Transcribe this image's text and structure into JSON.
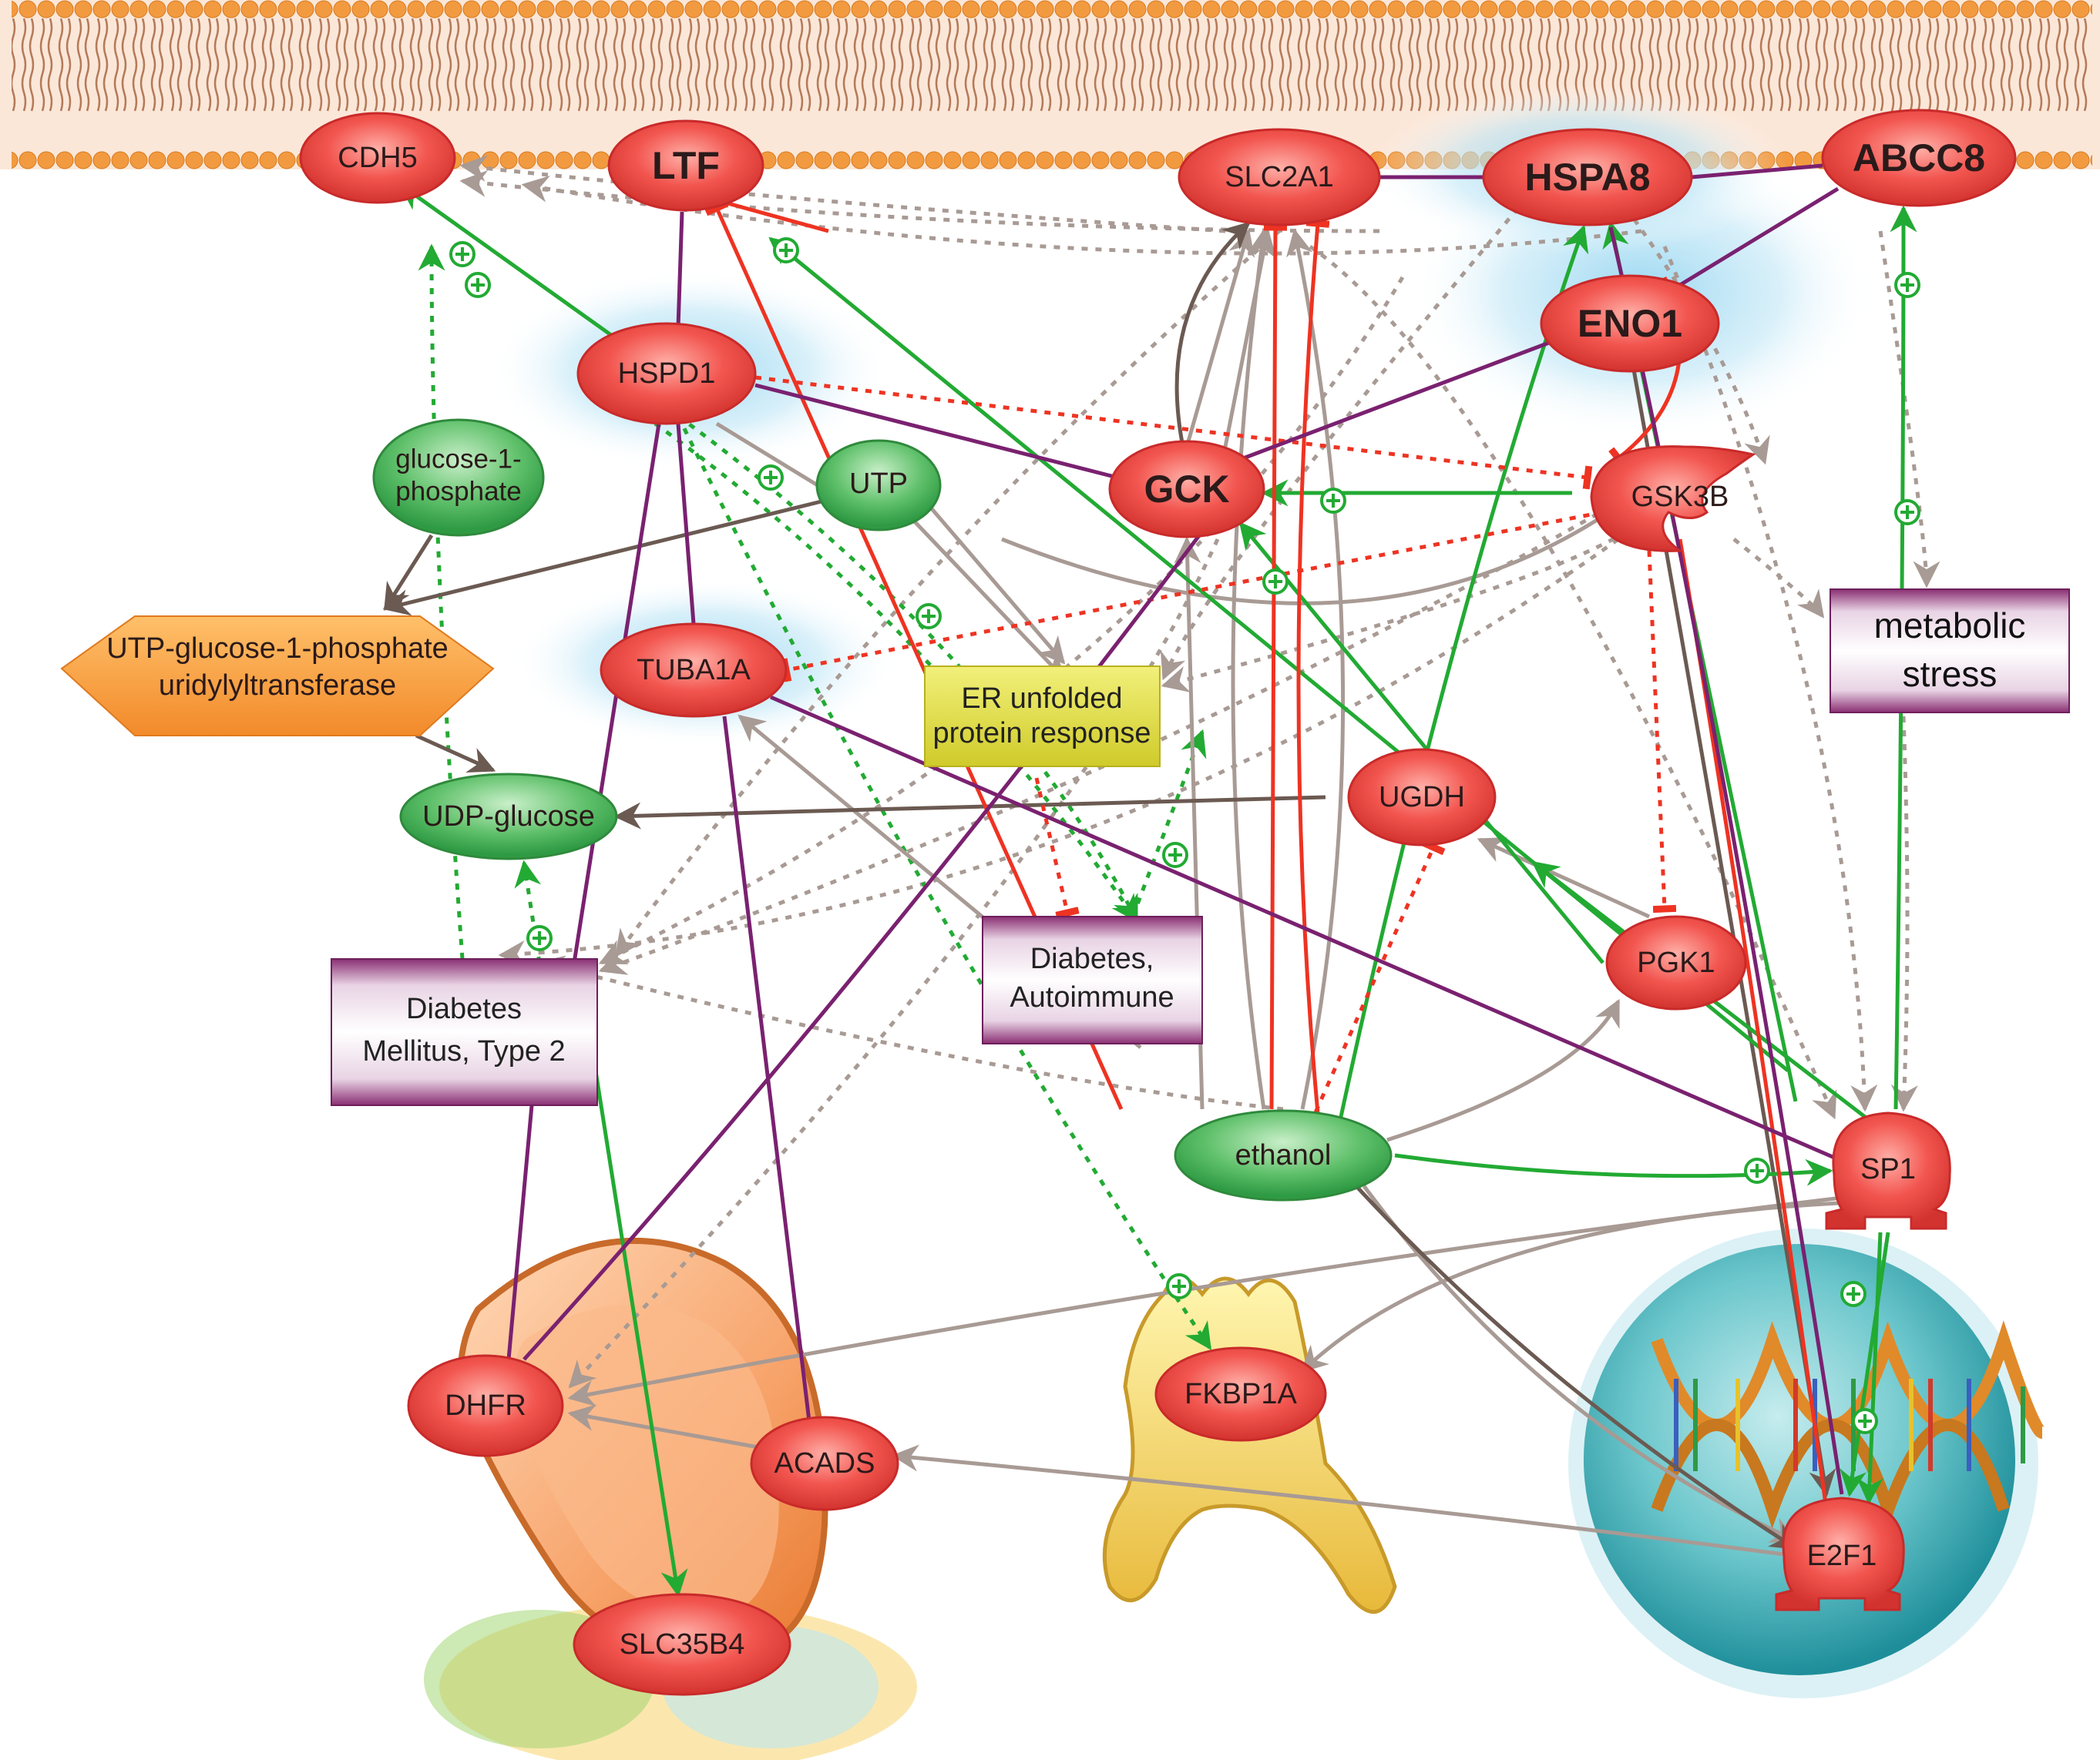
{
  "nodes": {
    "cdh5": "CDH5",
    "ltf": "LTF",
    "slc2a1": "SLC2A1",
    "hspa8": "HSPA8",
    "abcc8": "ABCC8",
    "eno1": "ENO1",
    "hspd1": "HSPD1",
    "gck": "GCK",
    "gsk3b": "GSK3B",
    "tuba1a": "TUBA1A",
    "ugdh": "UGDH",
    "pgk1": "PGK1",
    "sp1": "SP1",
    "e2f1": "E2F1",
    "dhfr": "DHFR",
    "acads": "ACADS",
    "slc35b4": "SLC35B4",
    "fkbp1a": "FKBP1A",
    "glucose1p_line1": "glucose-1-",
    "glucose1p_line2": "phosphate",
    "utp": "UTP",
    "udp_glucose": "UDP-glucose",
    "ethanol": "ethanol",
    "enzyme_line1": "UTP-glucose-1-phosphate",
    "enzyme_line2": "uridylyltransferase",
    "er_line1": "ER unfolded",
    "er_line2": "protein response",
    "metabolic_line1": "metabolic",
    "metabolic_line2": "stress",
    "dm2_line1": "Diabetes",
    "dm2_line2": "Mellitus, Type 2",
    "autoimmune_line1": "Diabetes,",
    "autoimmune_line2": "Autoimmune"
  },
  "colors": {
    "protein_fill": "#f2544e",
    "protein_stroke": "#c92a2a",
    "small_molecule_fill": "#3fae57",
    "enzyme_fill": "#f99a3a",
    "process_fill": "#e3e24a",
    "disease_fill": "#8a2f73",
    "activation": "#22aa33",
    "inhibition": "#ee3322",
    "binding": "#7a2170",
    "unknown": "#a89a94",
    "conversion": "#6b5a52",
    "membrane": "#f0953a"
  }
}
